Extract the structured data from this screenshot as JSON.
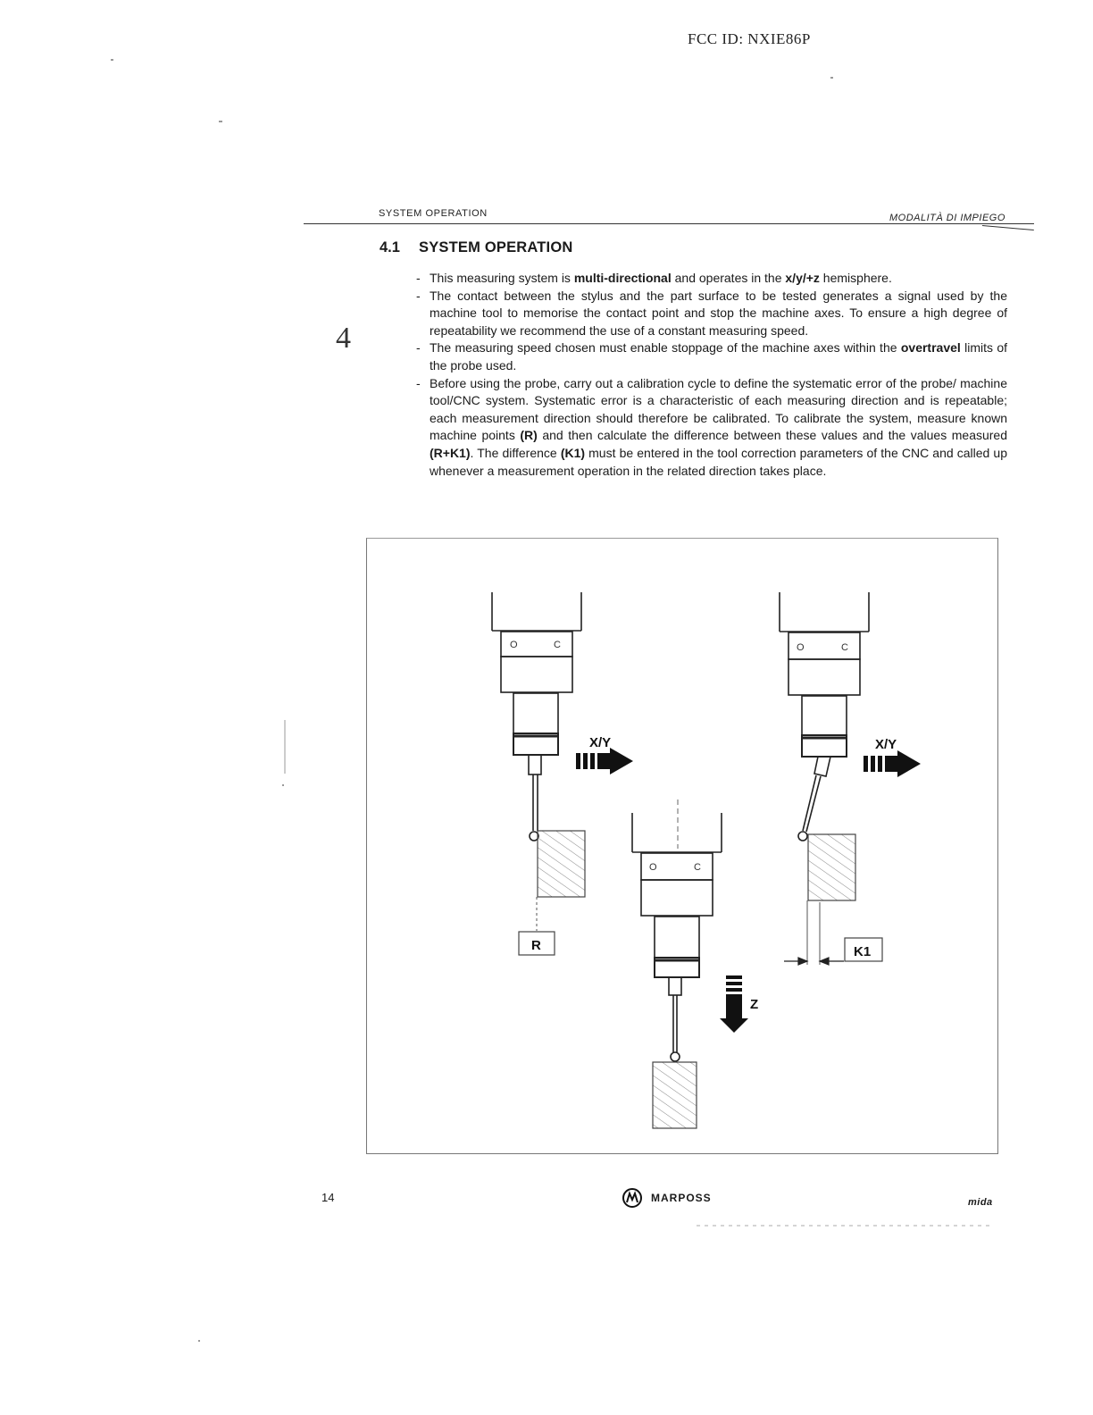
{
  "page": {
    "fcc_id": "FCC ID: NXIE86P",
    "header_left": "SYSTEM OPERATION",
    "header_right": "MODALITÀ DI IMPIEGO",
    "chapter_mark": "4",
    "section": {
      "number": "4.1",
      "title": "SYSTEM OPERATION"
    },
    "bullets": [
      {
        "parts": [
          {
            "t": "This measuring system is "
          },
          {
            "t": "multi-directional",
            "b": true
          },
          {
            "t": " and operates in the "
          },
          {
            "t": "x/y/+z",
            "b": true
          },
          {
            "t": " hemisphere."
          }
        ]
      },
      {
        "parts": [
          {
            "t": "The contact between the stylus and the part surface to be tested generates a signal used by the machine tool to memorise the contact point and stop the machine axes. To ensure a high degree of repeatability we recommend the use of a constant measuring speed."
          }
        ]
      },
      {
        "parts": [
          {
            "t": "The measuring speed chosen must enable stoppage of the machine axes within the "
          },
          {
            "t": "overtravel",
            "b": true
          },
          {
            "t": " limits of the probe used."
          }
        ]
      },
      {
        "parts": [
          {
            "t": "Before using the probe, carry out a calibration cycle to define the systematic error of the probe/ machine tool/CNC system. Systematic error is a characteristic of each measuring direction and is repeatable; each measurement direction should therefore be calibrated. To calibrate the system, measure known machine points "
          },
          {
            "t": "(R)",
            "b": true
          },
          {
            "t": " and then calculate the difference between these values and the values measured "
          },
          {
            "t": "(R+K1)",
            "b": true
          },
          {
            "t": ". The difference "
          },
          {
            "t": "(K1)",
            "b": true
          },
          {
            "t": " must be entered in the tool correction parameters of the CNC and called up whenever a measurement operation in the related direction takes place."
          }
        ]
      }
    ],
    "bullet_dash": "-",
    "figure": {
      "label_xy_left": "X/Y",
      "label_xy_right": "X/Y",
      "label_z": "Z",
      "label_r": "R",
      "label_k1": "K1",
      "collar_mark_left": "O",
      "collar_mark_right": "C"
    },
    "footer": {
      "page_number": "14",
      "brand": "MARPOSS",
      "right": "mida"
    }
  }
}
